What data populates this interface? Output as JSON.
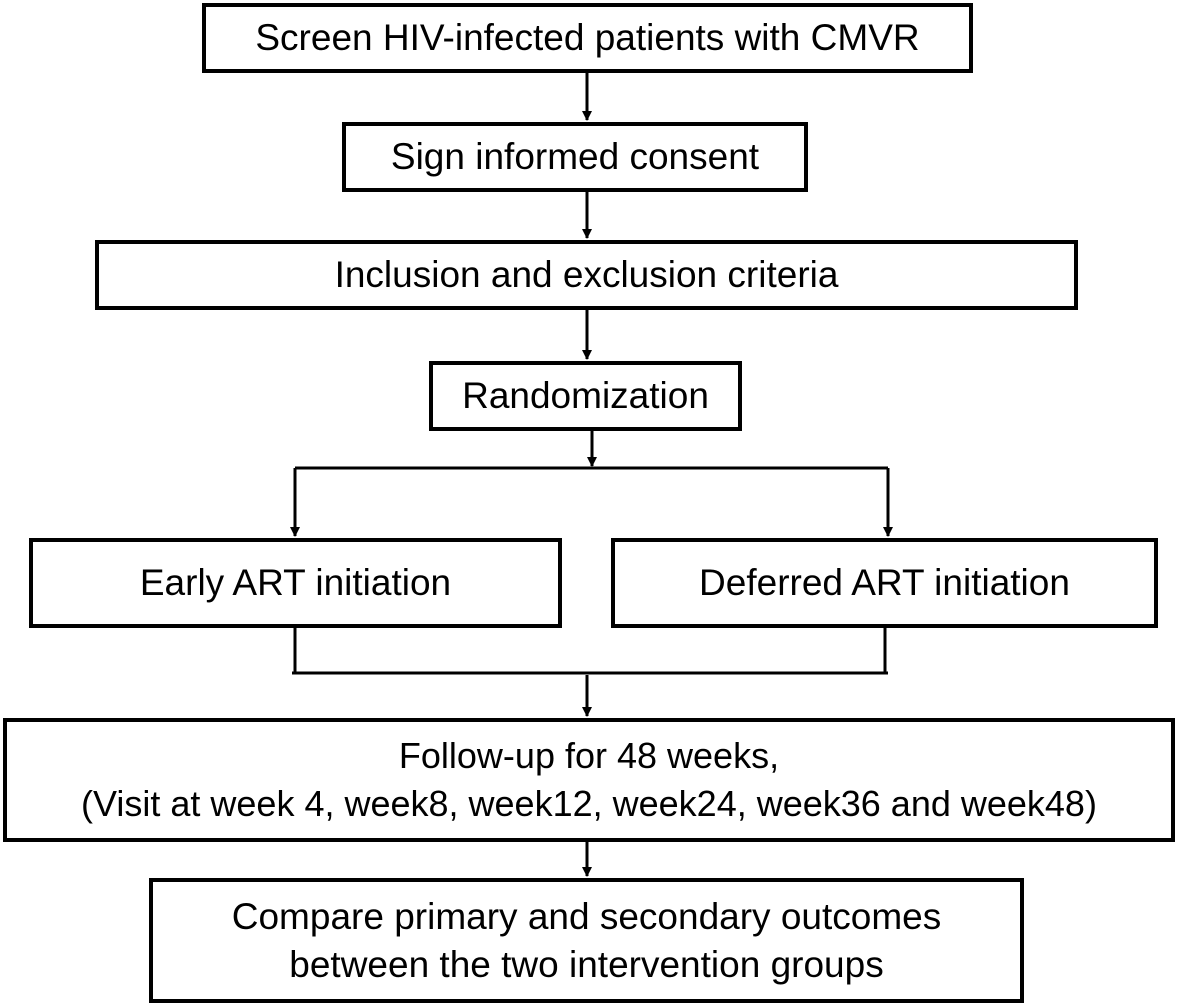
{
  "nodes": {
    "screen": "Screen HIV-infected patients with CMVR",
    "consent": "Sign informed consent",
    "criteria": "Inclusion and exclusion criteria",
    "randomization": "Randomization",
    "early_art": "Early ART initiation",
    "deferred_art": "Deferred ART initiation",
    "followup": {
      "line1": "Follow-up for 48 weeks,",
      "line2": "(Visit at week 4, week8, week12, week24, week36 and week48)"
    },
    "compare": {
      "line1": "Compare primary and secondary outcomes",
      "line2": "between the two intervention groups"
    }
  },
  "edges": [
    {
      "from": "screen",
      "to": "consent"
    },
    {
      "from": "consent",
      "to": "criteria"
    },
    {
      "from": "criteria",
      "to": "randomization"
    },
    {
      "from": "randomization",
      "to": "early_art"
    },
    {
      "from": "randomization",
      "to": "deferred_art"
    },
    {
      "from": "early_art",
      "to": "followup"
    },
    {
      "from": "deferred_art",
      "to": "followup"
    },
    {
      "from": "followup",
      "to": "compare"
    }
  ],
  "colors": {
    "stroke": "#000000",
    "background": "#ffffff"
  }
}
